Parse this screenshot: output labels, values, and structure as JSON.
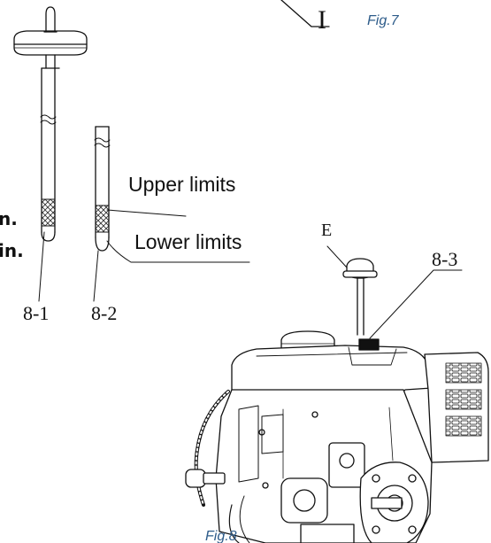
{
  "labels": {
    "fig7": "Fig.7",
    "fig8": "Fig.8",
    "label_i": "I",
    "label_e": "E",
    "upper_limits": "Upper limits",
    "lower_limits": "Lower limits",
    "part_8_1": "8-1",
    "part_8_2": "8-2",
    "part_8_3": "8-3",
    "cut_text_1": "n.",
    "cut_text_2": "in."
  },
  "colors": {
    "caption": "#2e5c8a",
    "line": "#111111",
    "hatch": "#333333"
  }
}
